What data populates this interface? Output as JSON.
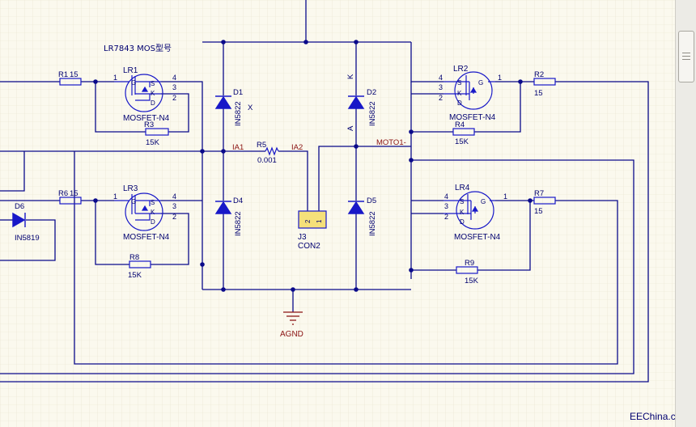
{
  "diagram": {
    "header_note": "LR7843 MOS型号",
    "watermark": "EEChina.com",
    "colors": {
      "background": "#fbf9ee",
      "grid": "#e7e3cf",
      "wire": "#0a0a8a",
      "component": "#1818c8",
      "designator": "#000070",
      "net_label": "#8a1212",
      "connector_fill": "#f5e07a",
      "junction": "#0a0a8a"
    },
    "mosfets": [
      {
        "ref": "LR1",
        "value": "MOSFET-N4",
        "pins": [
          "1",
          "4",
          "3",
          "2"
        ],
        "terms": [
          "G",
          "S",
          "K",
          "D"
        ]
      },
      {
        "ref": "LR2",
        "value": "MOSFET-N4",
        "pins": [
          "4",
          "3",
          "2",
          "1"
        ],
        "terms": [
          "S",
          "G",
          "K",
          "D"
        ]
      },
      {
        "ref": "LR3",
        "value": "MOSFET-N4",
        "pins": [
          "1",
          "4",
          "3",
          "2"
        ],
        "terms": [
          "G",
          "S",
          "K",
          "D"
        ]
      },
      {
        "ref": "LR4",
        "value": "MOSFET-N4",
        "pins": [
          "4",
          "3",
          "2",
          "1"
        ],
        "terms": [
          "S",
          "G",
          "K",
          "D"
        ]
      }
    ],
    "resistors": [
      {
        "ref": "R1",
        "value": "15"
      },
      {
        "ref": "R2",
        "value": "15"
      },
      {
        "ref": "R3",
        "value": "15K"
      },
      {
        "ref": "R4",
        "value": "15K"
      },
      {
        "ref": "R5",
        "value": "0.001"
      },
      {
        "ref": "R6",
        "value": "15"
      },
      {
        "ref": "R7",
        "value": "15"
      },
      {
        "ref": "R8",
        "value": "15K"
      },
      {
        "ref": "R9",
        "value": "15K"
      }
    ],
    "diodes": [
      {
        "ref": "D1",
        "value": "IN5822",
        "mark": "X"
      },
      {
        "ref": "D2",
        "value": "IN5822",
        "mark_k": "K",
        "mark_a": "A"
      },
      {
        "ref": "D4",
        "value": "IN5822"
      },
      {
        "ref": "D5",
        "value": "IN5822"
      },
      {
        "ref": "D6",
        "value": "IN5819"
      }
    ],
    "connector": {
      "ref": "J3",
      "value": "CON2",
      "pins": [
        "2",
        "1"
      ]
    },
    "net_labels": [
      "IA1",
      "IA2",
      "MOTO1-"
    ],
    "power": {
      "name": "AGND"
    }
  }
}
